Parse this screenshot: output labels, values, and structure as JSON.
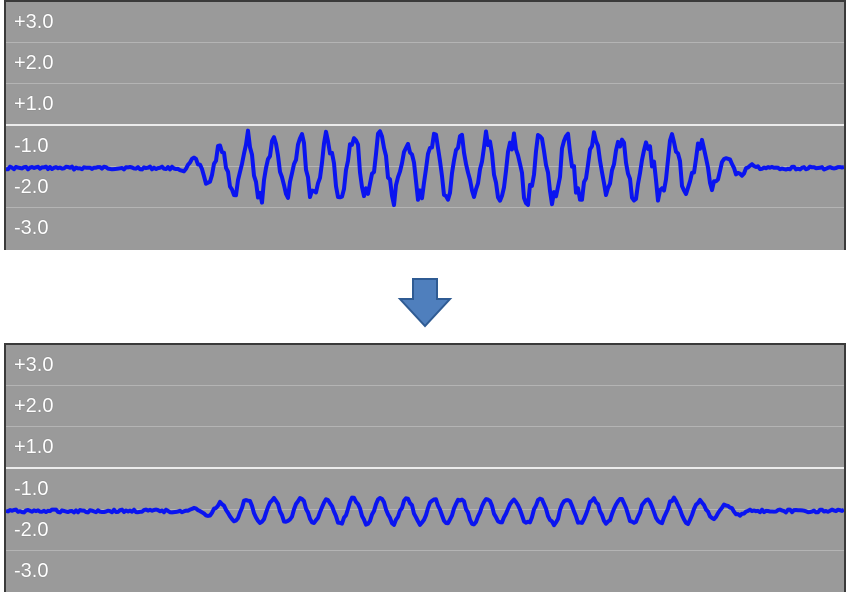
{
  "chart_data": [
    {
      "type": "line",
      "rows": [
        "+3.0",
        "+2.0",
        "+1.0",
        "-1.0",
        "-2.0",
        "-3.0"
      ],
      "series": [
        {
          "color": "#0a14f0",
          "wave_start_frac": 0.2,
          "wave_end_frac": 0.9,
          "amplitude_rows": 0.72,
          "noise": 0.3,
          "cycles": 22
        }
      ]
    },
    {
      "type": "line",
      "rows": [
        "+3.0",
        "+2.0",
        "+1.0",
        "-1.0",
        "-2.0",
        "-3.0"
      ],
      "series": [
        {
          "color": "#0a14f0",
          "wave_start_frac": 0.2,
          "wave_end_frac": 0.9,
          "amplitude_rows": 0.3,
          "noise": 0.06,
          "cycles": 22
        }
      ]
    }
  ],
  "arrow": {
    "color": "#4f7fbd",
    "stroke": "#2f5b93",
    "direction": "down",
    "icon": "down-arrow-icon"
  }
}
